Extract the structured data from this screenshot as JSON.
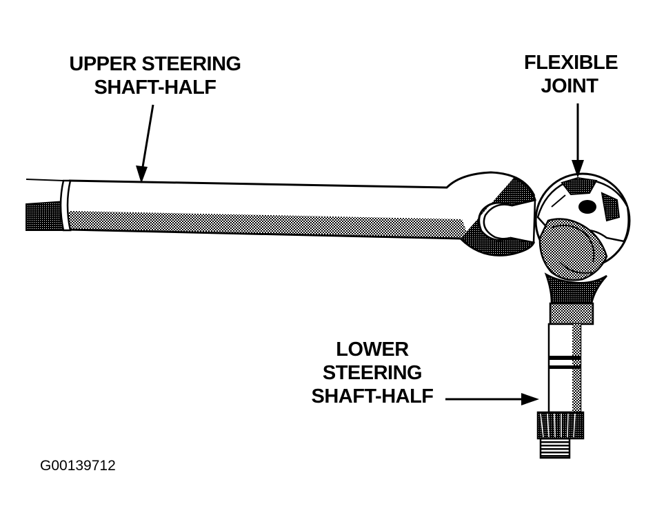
{
  "labels": {
    "upper_shaft": [
      "UPPER STEERING",
      "SHAFT-HALF"
    ],
    "flexible_joint": [
      "FLEXIBLE",
      "JOINT"
    ],
    "lower_shaft": [
      "LOWER",
      "STEERING",
      "SHAFT-HALF"
    ]
  },
  "figure_code": "G00139712",
  "colors": {
    "ink": "#000000",
    "paper": "#ffffff",
    "stipple": "#3a3a3a"
  }
}
